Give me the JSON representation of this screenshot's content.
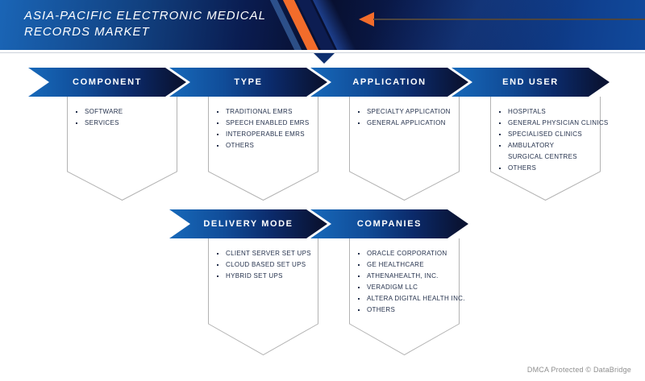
{
  "header": {
    "title_line1": "ASIA-PACIFIC ELECTRONIC MEDICAL",
    "title_line2": "RECORDS MARKET"
  },
  "colors": {
    "accent_orange": "#f26c2b",
    "banner_blue_light": "#1769ba",
    "banner_blue_dark": "#0a1333",
    "header_navy": "#080f2e",
    "list_text": "#25324d",
    "box_border": "#b3b3b3"
  },
  "segments": {
    "row1": [
      {
        "label": "COMPONENT",
        "items": [
          "SOFTWARE",
          "SERVICES"
        ]
      },
      {
        "label": "TYPE",
        "items": [
          "TRADITIONAL EMRS",
          "SPEECH ENABLED EMRS",
          "INTEROPERABLE EMRS",
          "OTHERS"
        ]
      },
      {
        "label": "APPLICATION",
        "items": [
          "SPECIALTY APPLICATION",
          "GENERAL APPLICATION"
        ]
      },
      {
        "label": "END USER",
        "items": [
          "HOSPITALS",
          "GENERAL PHYSICIAN CLINICS",
          "SPECIALISED CLINICS",
          "AMBULATORY SURGICAL CENTRES",
          "OTHERS"
        ]
      }
    ],
    "row2": [
      {
        "label": "DELIVERY MODE",
        "items": [
          "CLIENT SERVER SET UPS",
          "CLOUD BASED SET UPS",
          "HYBRID SET UPS"
        ]
      },
      {
        "label": "COMPANIES",
        "items": [
          "ORACLE CORPORATION",
          "GE HEALTHCARE",
          "ATHENAHEALTH, INC.",
          "VERADIGM LLC",
          "ALTERA DIGITAL HEALTH INC.",
          "OTHERS"
        ]
      }
    ]
  },
  "footer": {
    "dmca": "DMCA Protected © DataBridge"
  }
}
